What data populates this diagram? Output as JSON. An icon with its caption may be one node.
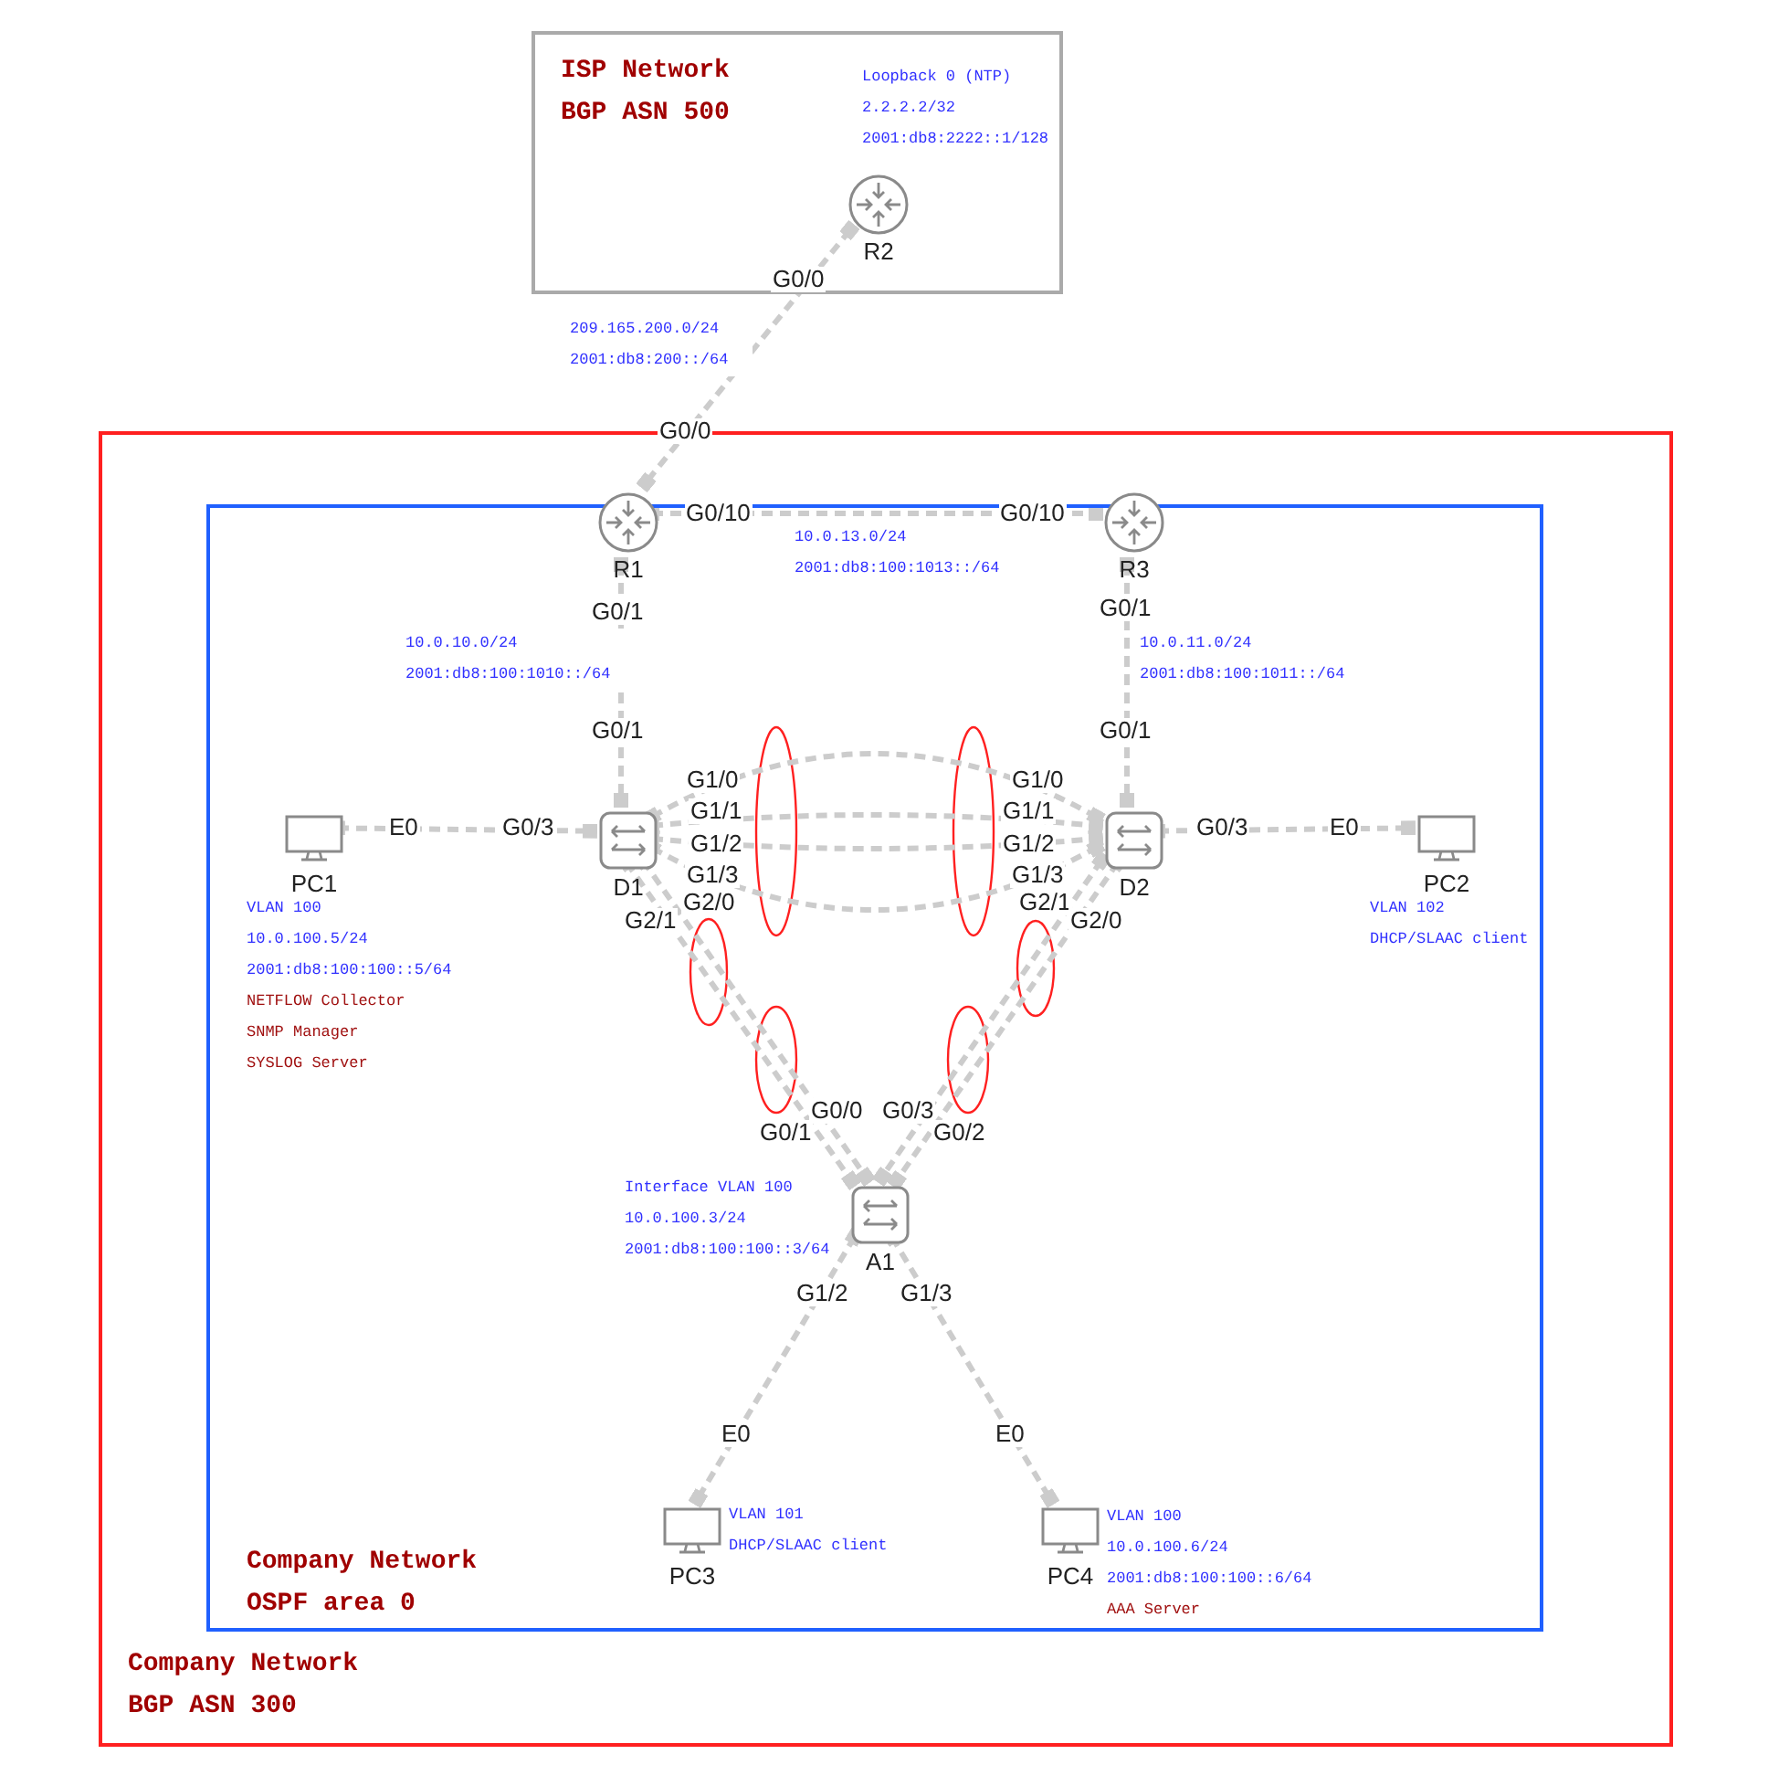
{
  "diagram": {
    "nodes": [
      {
        "text": [
          "ISP Network BGP ASN 500"
        ]
      },
      {
        "text": [
          "Company Network BGP ASN 300"
        ]
      },
      {
        "text": [
          "Company Network OSPF area 0"
        ],
        "in": 1
      },
      {
        "text": [
          "R2"
        ],
        "in": 0,
        "beside": [
          "Loopback 0 (NTP)",
          "2.2.2.2/32",
          "2001:db8:2222::1/128"
        ]
      },
      {
        "text": [
          "R1"
        ],
        "in": 2
      },
      {
        "text": [
          "R3"
        ],
        "in": 2
      },
      {
        "text": [
          "D1"
        ],
        "in": 2
      },
      {
        "text": [
          "D2"
        ],
        "in": 2
      },
      {
        "text": [
          "PC1"
        ],
        "in": 2,
        "beside": [
          "VLAN 100",
          "10.0.100.5/24",
          "2001:db8:100:100::5/64",
          "NETFLOW Collector",
          "SNMP Manager",
          "SYSLOG Server"
        ]
      },
      {
        "text": [
          "PC2"
        ],
        "in": 2,
        "beside": [
          "VLAN 102",
          "DHCP/SLAAC client"
        ]
      },
      {
        "text": [
          "A1"
        ],
        "in": 2,
        "beside": [
          "Interface VLAN 100",
          "10.0.100.3/24",
          "2001:db8:100:100::3/64"
        ]
      },
      {
        "text": [
          "PC3"
        ],
        "in": 2,
        "beside": [
          "VLAN 101",
          "DHCP/SLAAC client"
        ]
      },
      {
        "text": [
          "PC4"
        ],
        "in": 2,
        "beside": [
          "VLAN 100",
          "10.0.100.6/24",
          "2001:db8:100:100::6/64",
          "AAA Server"
        ]
      }
    ],
    "edges": [
      {
        "from": 3,
        "to": 4,
        "arrow": "other",
        "label": "209.165.200.0/24 2001:db8:200::/64"
      },
      {
        "from": 4,
        "to": 5,
        "arrow": "other",
        "label": "10.0.13.0/24 2001:db8:100:1013::/64"
      },
      {
        "from": 4,
        "to": 6,
        "arrow": "other",
        "label": "10.0.10.0/24 2001:db8:100:1010::/64"
      },
      {
        "from": 5,
        "to": 7,
        "arrow": "other",
        "label": "10.0.11.0/24 2001:db8:100:1011::/64"
      },
      {
        "from": 8,
        "to": 6,
        "arrow": "other"
      },
      {
        "from": 7,
        "to": 9,
        "arrow": "other"
      },
      {
        "from": 6,
        "to": 7,
        "arrow": "other"
      },
      {
        "from": 6,
        "to": 7,
        "arrow": "other"
      },
      {
        "from": 6,
        "to": 7,
        "arrow": "other"
      },
      {
        "from": 6,
        "to": 7,
        "arrow": "other"
      },
      {
        "from": 6,
        "to": 10,
        "arrow": "other"
      },
      {
        "from": 6,
        "to": 10,
        "arrow": "other"
      },
      {
        "from": 7,
        "to": 10,
        "arrow": "other"
      },
      {
        "from": 7,
        "to": 10,
        "arrow": "other"
      },
      {
        "from": 10,
        "to": 11,
        "arrow": "other"
      },
      {
        "from": 10,
        "to": 12,
        "arrow": "other"
      }
    ],
    "labels": [
      "G0/0",
      "G0/0",
      "G0/10",
      "G0/10",
      "G0/1",
      "G0/1",
      "G0/1",
      "G0/1",
      "G1/0",
      "G1/0",
      "G1/1",
      "G1/1",
      "E0",
      "G0/3",
      "G0/3",
      "E0",
      "G1/2",
      "G1/2",
      "G1/3",
      "G1/3",
      "G2/0",
      "G2/1",
      "G2/1",
      "G2/0",
      "G0/0",
      "G0/3",
      "G0/1",
      "G0/2",
      "G1/2",
      "G1/3",
      "E0",
      "E0"
    ]
  }
}
